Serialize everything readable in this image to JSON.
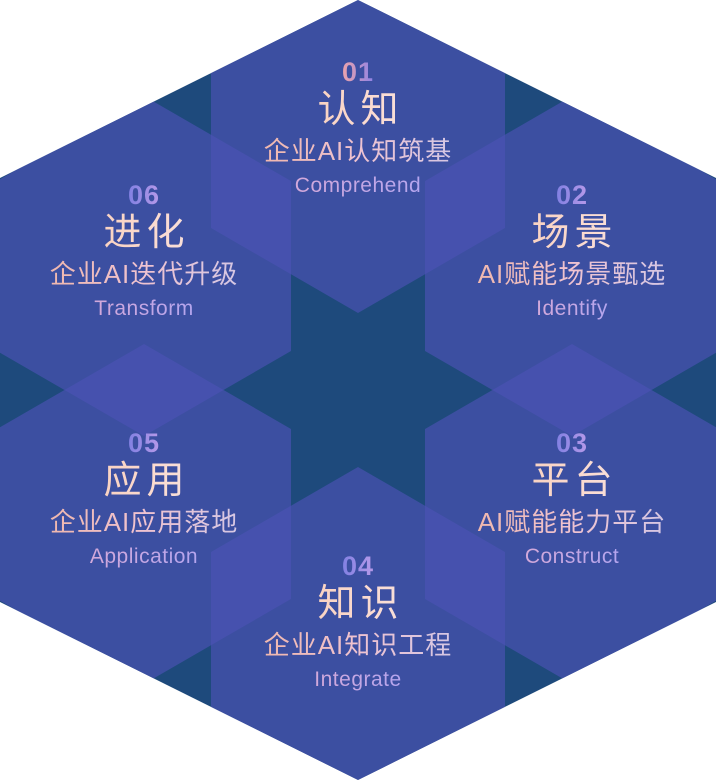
{
  "diagram": {
    "type": "hexagon-cycle-infographic",
    "background_color": "#ffffff",
    "colors": {
      "base_dark_blue": "#1e4a7c",
      "tile_blue": "#3c4fa0",
      "tile_overlap_blue": "#4754ad",
      "number_gradient_default": [
        "#8180e2",
        "#b79ae9"
      ],
      "number_gradient_section01": [
        "#eda4ab",
        "#8d82e7"
      ],
      "title_gradient": [
        "#f3bd9e",
        "#fbdcd2",
        "#e5e9fb"
      ],
      "subtitle_gradient": [
        "#f0af92",
        "#efc3d1",
        "#c0caf3"
      ],
      "english_gradient": [
        "#d3a9da",
        "#b4a5ee"
      ]
    },
    "sections": [
      {
        "number": "01",
        "title": "认知",
        "subtitle": "企业AI认知筑基",
        "english": "Comprehend",
        "position": "top"
      },
      {
        "number": "02",
        "title": "场景",
        "subtitle": "AI赋能场景甄选",
        "english": "Identify",
        "position": "upper-right"
      },
      {
        "number": "03",
        "title": "平台",
        "subtitle": "AI赋能能力平台",
        "english": "Construct",
        "position": "lower-right"
      },
      {
        "number": "04",
        "title": "知识",
        "subtitle": "企业AI知识工程",
        "english": "Integrate",
        "position": "bottom"
      },
      {
        "number": "05",
        "title": "应用",
        "subtitle": "企业AI应用落地",
        "english": "Application",
        "position": "lower-left"
      },
      {
        "number": "06",
        "title": "进化",
        "subtitle": "企业AI迭代升级",
        "english": "Transform",
        "position": "upper-left"
      }
    ]
  }
}
